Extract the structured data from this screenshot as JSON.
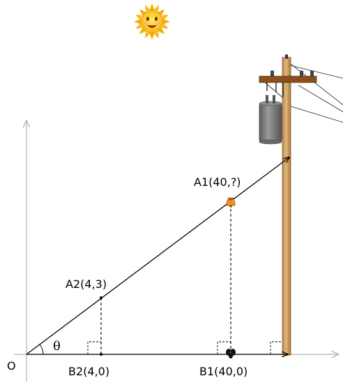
{
  "labels": {
    "origin": "O",
    "theta": "θ",
    "a1": "A1(40,?)",
    "a2": "A2(4,3)",
    "b1": "B1(40,0)",
    "b2": "B2(4,0)"
  },
  "icons": [
    "sun-face-icon",
    "bell-icon",
    "shadow-bug-icon",
    "utility-pole-icon",
    "transformer-icon"
  ],
  "colors": {
    "axis": "#b0b0b0",
    "line": "#000000",
    "pole_wood": "#d4a46a",
    "transformer": "#7c7c7c",
    "sun": "#f7c21e"
  }
}
